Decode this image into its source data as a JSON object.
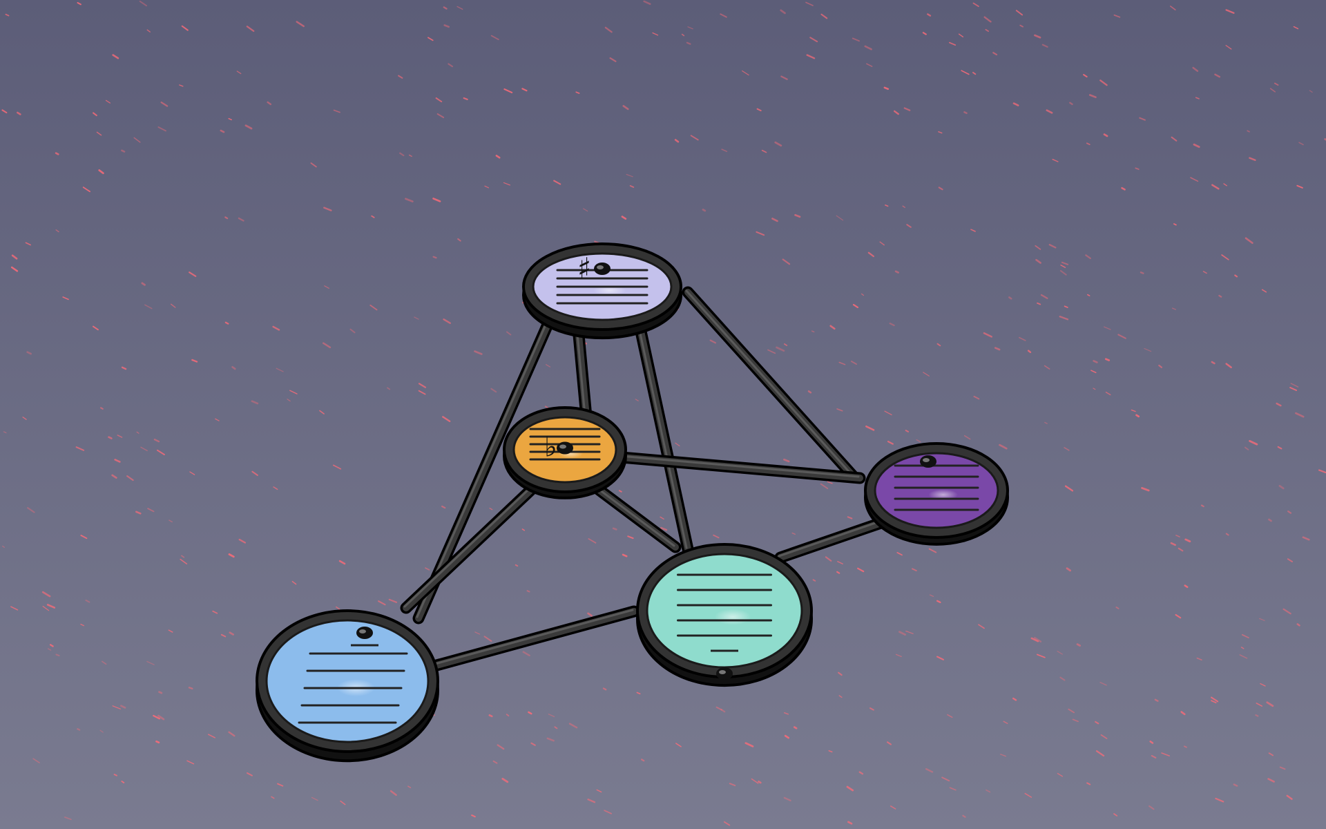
{
  "colors": {
    "background_top": "#5c5d78",
    "background_bottom": "#7a7b90",
    "speckle": "#ff6b78",
    "rod": "#3a3a3a",
    "ring": "#1a1a1a",
    "ring_body": "#333333"
  },
  "nodes": [
    {
      "id": "top",
      "color": "#c4c1ec",
      "accidental": "♯",
      "note": "sharp-note-icon"
    },
    {
      "id": "center",
      "color": "#eba640",
      "accidental": "♭",
      "note": "flat-note-icon"
    },
    {
      "id": "right",
      "color": "#7a48a8",
      "accidental": "",
      "note": "note-icon"
    },
    {
      "id": "front",
      "color": "#8fdccd",
      "accidental": "",
      "note": "note-below-staff-icon"
    },
    {
      "id": "left",
      "color": "#8cbcec",
      "accidental": "",
      "note": "note-above-staff-icon"
    }
  ],
  "edges": [
    [
      "top",
      "left"
    ],
    [
      "top",
      "center"
    ],
    [
      "top",
      "front"
    ],
    [
      "top",
      "right"
    ],
    [
      "center",
      "right"
    ],
    [
      "center",
      "front"
    ],
    [
      "center",
      "left"
    ],
    [
      "left",
      "front"
    ],
    [
      "front",
      "right"
    ]
  ]
}
